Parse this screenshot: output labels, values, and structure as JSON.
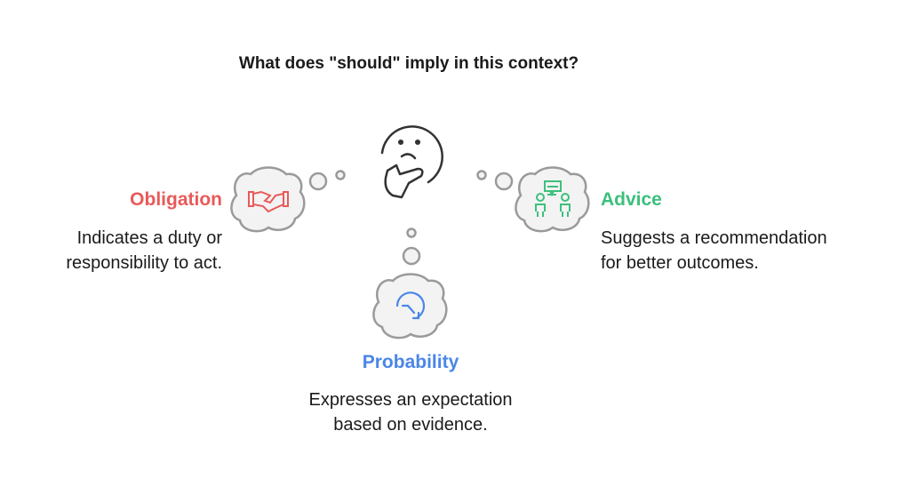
{
  "title": "What does \"should\" imply in this context?",
  "colors": {
    "obligation": "#e85a5a",
    "advice": "#3cc07d",
    "probability": "#4a86e8",
    "cloud_fill": "#f3f3f3",
    "cloud_stroke": "#9a9a9a"
  },
  "nodes": {
    "obligation": {
      "label": "Obligation",
      "icon": "handshake-icon",
      "desc_lines": [
        "Indicates a duty or",
        "responsibility to act."
      ]
    },
    "advice": {
      "label": "Advice",
      "icon": "conversation-icon",
      "desc_lines": [
        "Suggests a recommendation",
        "for better outcomes."
      ]
    },
    "probability": {
      "label": "Probability",
      "icon": "rotate-arrow-icon",
      "desc_lines": [
        "Expresses an expectation",
        "based on evidence."
      ]
    }
  },
  "center_icon": "thinking-face-icon"
}
